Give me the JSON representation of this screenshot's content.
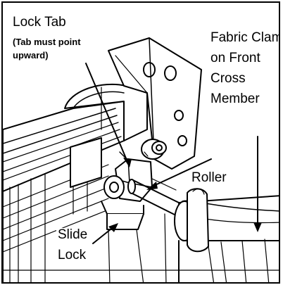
{
  "labels": {
    "lock_tab": "Lock Tab",
    "lock_tab_note_line1": "(Tab must point",
    "lock_tab_note_line2": "upward)",
    "fabric_clamp_line1": "Fabric Clamp",
    "fabric_clamp_line2": "on Front",
    "fabric_clamp_line3": "Cross",
    "fabric_clamp_line4": "Member",
    "roller": "Roller",
    "slide_lock_line1": "Slide",
    "slide_lock_line2": "Lock"
  },
  "colors": {
    "line": "#000000",
    "background": "#ffffff",
    "shade": "#e6e6e6"
  }
}
